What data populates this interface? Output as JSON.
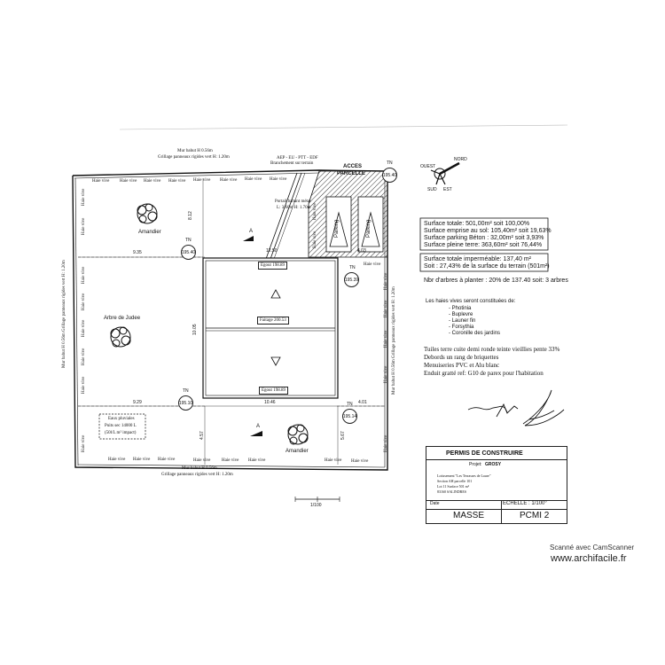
{
  "plan": {
    "top_wall_label": "Mur bahut H 0.56m",
    "top_fence_label": "Grillage panneaux rigides vert H: 1.20m",
    "bottom_wall_label": "Mur bahut H 0.56m",
    "bottom_fence_label": "Grillage panneaux rigides vert H: 1.20m",
    "left_fence_label": "Mur bahut H 0.56m Grillage panneaux rigides vert H: 1.20m",
    "right_fence_label": "Mur bahut H 0.56m Grillage panneaux rigides vert H: 1.20m",
    "access_line1": "ACCES",
    "access_line2": "PARCELLE",
    "gate_label1": "AEP - EU - PTT - EDF",
    "gate_label2": "Branchement sur terrain",
    "portal_label1": "Portail battant métal",
    "portal_label2": "L: 3.60m H: 1.70m",
    "haie": "Haie vive",
    "parking": "Parking",
    "tree1": "Amandier",
    "tree2": "Arbre de Judee",
    "tree3": "Amandier",
    "tank_line1": "Eaux pluviales",
    "tank_line2": "Puits sec 14000 L",
    "tank_line3": "(50l/L m² impact)",
    "egout_top": "Egout 198.89",
    "faitage": "Faitage 200.53",
    "egout_bottom": "Egout 198.89",
    "tn": "TN",
    "level_top_right": "195.40",
    "level_house_tl": "195.40",
    "level_right": "195.39",
    "level_bottom_left": "195.10",
    "level_bottom_right": "195.14",
    "dim_9_35": "9.35",
    "dim_8_12": "8.12",
    "dim_12_50": "12.50",
    "dim_10_05": "10.05",
    "dim_9_29": "9.29",
    "dim_10_46": "10.46",
    "dim_4_01": "4.01",
    "dim_4_03": "4.03",
    "dim_4_57": "4.57",
    "dim_5_67": "5.67",
    "section_a": "A",
    "scale_label": "1/100"
  },
  "compass": {
    "label_n": "NORD",
    "label_o": "OUEST",
    "label_s": "SUD",
    "label_e": "EST"
  },
  "surfaces": {
    "line1": "Surface totale: 501,00m² soit 100,00%",
    "line2": "Surface emprise au sol: 105,40m² soit 19,63%",
    "line3": "Surface parking Béton : 32,00m² soit 3,93%",
    "line4": "Surface pleine terre: 363,60m² soit 76,44%",
    "imp1": "Surface totale imperméable: 137,40 m²",
    "imp2": "Soit : 27,43% de la surface du terrain (501m²)",
    "trees": "Nbr d'arbres à planter : 20% de 137.40 soit: 3 arbres"
  },
  "hedges": {
    "title": "Les haies vives seront constituées de:",
    "items": [
      "- Photinia",
      "- Buplevre",
      "- Launer fin",
      "- Forsythia",
      "- Coronille des jardins"
    ]
  },
  "materials": {
    "line1": "Tuiles terre cuite demi ronde teinte vieillies pente 33%",
    "line2": "Debords un rang de briquettes",
    "line3": "Menuiseries PVC et Alu blanc",
    "line4": "Enduit gratté ref: G10 de parex pour l'habitation"
  },
  "cartouche": {
    "title": "PERMIS DE CONSTRUIRE",
    "projet_label": "Projet:",
    "projet_value": "GROSY",
    "info1": "Lotissement \"Les Terrasses de Laure\"",
    "info2": "Section AH parcelle 101",
    "info3": "Lot 11 Surface 501 m²",
    "info4": "83160 SALINDRES",
    "date_label": "Date",
    "echelle": "ECHELLE : 1/100°",
    "masse": "MASSE",
    "pcmi": "PCMI 2"
  },
  "footer": {
    "scanned": "Scanné avec CamScanner",
    "watermark": "www.archifacile.fr"
  }
}
